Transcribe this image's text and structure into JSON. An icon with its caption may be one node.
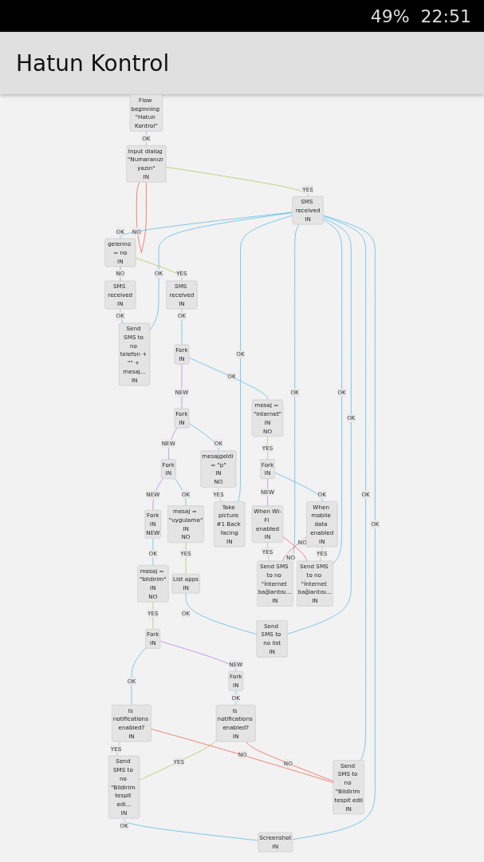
{
  "diagram": {
    "title": "Hatun Kontrol",
    "nodes": [
      {
        "text": [
          "Flow beginning \"Hatun Kontrol\""
        ]
      },
      {
        "text": [
          "Input dialog \"Numaranızı yazın\"",
          "IN"
        ]
      },
      {
        "text": [
          "SMS received",
          "IN"
        ]
      },
      {
        "text": [
          "gelenno = no",
          "IN"
        ]
      },
      {
        "text": [
          "SMS received",
          "IN"
        ]
      },
      {
        "text": [
          "Send SMS to no telefon + \"\" + mesaj…",
          "IN"
        ]
      },
      {
        "text": [
          "SMS received",
          "IN"
        ]
      },
      {
        "text": [
          "Fork",
          "IN"
        ]
      },
      {
        "text": [
          "Fork",
          "IN"
        ]
      },
      {
        "text": [
          "Fork",
          "IN"
        ]
      },
      {
        "text": [
          "Fork",
          "IN",
          "NEW"
        ]
      },
      {
        "text": [
          "mesaj = \"internet\"",
          "IN",
          "NO"
        ]
      },
      {
        "text": [
          "mesajgeldi = \"p\"",
          "IN",
          "NO"
        ]
      },
      {
        "text": [
          "mesaj = \"uygulama\"",
          "IN",
          "NO"
        ]
      },
      {
        "text": [
          "mesaj = \"bildirim\"",
          "IN",
          "NO"
        ]
      },
      {
        "text": [
          "Fork",
          "IN"
        ]
      },
      {
        "text": [
          "Take picture #1 Back facing",
          "IN"
        ]
      },
      {
        "text": [
          "List apps",
          "IN"
        ]
      },
      {
        "text": [
          "Fork",
          "IN"
        ]
      },
      {
        "text": [
          "Fork",
          "IN"
        ]
      },
      {
        "text": [
          "When Wi-Fi enabled",
          "IN"
        ]
      },
      {
        "text": [
          "When mobile data enabled",
          "IN"
        ]
      },
      {
        "text": [
          "Send SMS to no list",
          "IN"
        ]
      },
      {
        "text": [
          "Is notifications enabled?",
          "IN"
        ]
      },
      {
        "text": [
          "Is notifications enabled?",
          "IN"
        ]
      },
      {
        "text": [
          "Send SMS to no \"İnternet bağlantısı…",
          "IN"
        ]
      },
      {
        "text": [
          "Send SMS to no \"İnternet bağlantısı…",
          "IN"
        ]
      },
      {
        "text": [
          "Send SMS to no \"Bildirim tespit edi…",
          "IN"
        ]
      },
      {
        "text": [
          "Send SMS to no \"Bildirim tespit edil",
          "IN"
        ]
      },
      {
        "text": [
          "Screenshot",
          "IN"
        ]
      }
    ],
    "edges": [
      {
        "from": 0,
        "to": 1,
        "arrow": "none",
        "label": "OK"
      },
      {
        "from": 1,
        "to": 1,
        "arrow": "none",
        "label": "NO",
        "color": "#f44336"
      },
      {
        "from": 1,
        "to": 2,
        "arrow": "none",
        "label": "YES",
        "color": "#9bc53d"
      },
      {
        "from": 2,
        "to": 3,
        "arrow": "none",
        "label": "OK"
      },
      {
        "from": 3,
        "to": 4,
        "arrow": "none",
        "label": "NO",
        "color": "#f44336"
      },
      {
        "from": 3,
        "to": 6,
        "arrow": "none",
        "label": "YES",
        "color": "#9bc53d"
      },
      {
        "from": 4,
        "to": 5,
        "arrow": "none",
        "label": "OK"
      },
      {
        "from": 5,
        "to": 2,
        "arrow": "none",
        "label": "OK"
      },
      {
        "from": 6,
        "to": 7,
        "arrow": "none",
        "label": "OK"
      },
      {
        "from": 7,
        "to": 8,
        "arrow": "none",
        "label": "NEW",
        "color": "#b06ad8"
      },
      {
        "from": 8,
        "to": 9,
        "arrow": "none",
        "label": "NEW",
        "color": "#b06ad8"
      },
      {
        "from": 9,
        "to": 10,
        "arrow": "none",
        "label": "NEW",
        "color": "#b06ad8"
      },
      {
        "from": 7,
        "to": 11,
        "arrow": "none",
        "label": "OK"
      },
      {
        "from": 8,
        "to": 12,
        "arrow": "none",
        "label": "OK"
      },
      {
        "from": 9,
        "to": 13,
        "arrow": "none",
        "label": "OK"
      },
      {
        "from": 10,
        "to": 14,
        "arrow": "none",
        "label": "OK"
      },
      {
        "from": 11,
        "to": 15,
        "arrow": "none",
        "label": "YES",
        "color": "#9bc53d"
      },
      {
        "from": 12,
        "to": 16,
        "arrow": "none",
        "label": "YES",
        "color": "#9bc53d"
      },
      {
        "from": 13,
        "to": 17,
        "arrow": "none",
        "label": "YES",
        "color": "#9bc53d"
      },
      {
        "from": 14,
        "to": 18,
        "arrow": "none",
        "label": "YES",
        "color": "#9bc53d"
      },
      {
        "from": 15,
        "to": 20,
        "arrow": "none",
        "label": "NEW",
        "color": "#b06ad8"
      },
      {
        "from": 15,
        "to": 21,
        "arrow": "none",
        "label": "OK"
      },
      {
        "from": 16,
        "to": 2,
        "arrow": "none",
        "label": "OK"
      },
      {
        "from": 17,
        "to": 22,
        "arrow": "none",
        "label": "OK"
      },
      {
        "from": 18,
        "to": 19,
        "arrow": "none",
        "label": "NEW",
        "color": "#b06ad8"
      },
      {
        "from": 18,
        "to": 23,
        "arrow": "none",
        "label": "OK"
      },
      {
        "from": 19,
        "to": 24,
        "arrow": "none",
        "label": "OK"
      },
      {
        "from": 20,
        "to": 25,
        "arrow": "none",
        "label": "YES",
        "color": "#9bc53d"
      },
      {
        "from": 20,
        "to": 26,
        "arrow": "none",
        "label": "NO",
        "color": "#f44336"
      },
      {
        "from": 21,
        "to": 25,
        "arrow": "none",
        "label": "NO",
        "color": "#f44336"
      },
      {
        "from": 21,
        "to": 26,
        "arrow": "none",
        "label": "YES",
        "color": "#9bc53d"
      },
      {
        "from": 22,
        "to": 2,
        "arrow": "none",
        "label": "OK"
      },
      {
        "from": 23,
        "to": 27,
        "arrow": "none",
        "label": "YES",
        "color": "#9bc53d"
      },
      {
        "from": 23,
        "to": 28,
        "arrow": "none",
        "label": "NO",
        "color": "#f44336"
      },
      {
        "from": 24,
        "to": 27,
        "arrow": "none",
        "label": "YES",
        "color": "#9bc53d"
      },
      {
        "from": 25,
        "to": 2,
        "arrow": "none",
        "label": "OK"
      },
      {
        "from": 24,
        "to": 28,
        "arrow": "none",
        "label": "NO",
        "color": "#f44336"
      },
      {
        "from": 26,
        "to": 2,
        "arrow": "none",
        "label": "OK"
      },
      {
        "from": 27,
        "to": 29,
        "arrow": "none",
        "label": "OK"
      },
      {
        "from": 28,
        "to": 2,
        "arrow": "none",
        "label": "OK"
      },
      {
        "from": 29,
        "to": 2,
        "arrow": "none",
        "label": "OK"
      }
    ],
    "labels": [
      "49%",
      "22:51"
    ]
  }
}
